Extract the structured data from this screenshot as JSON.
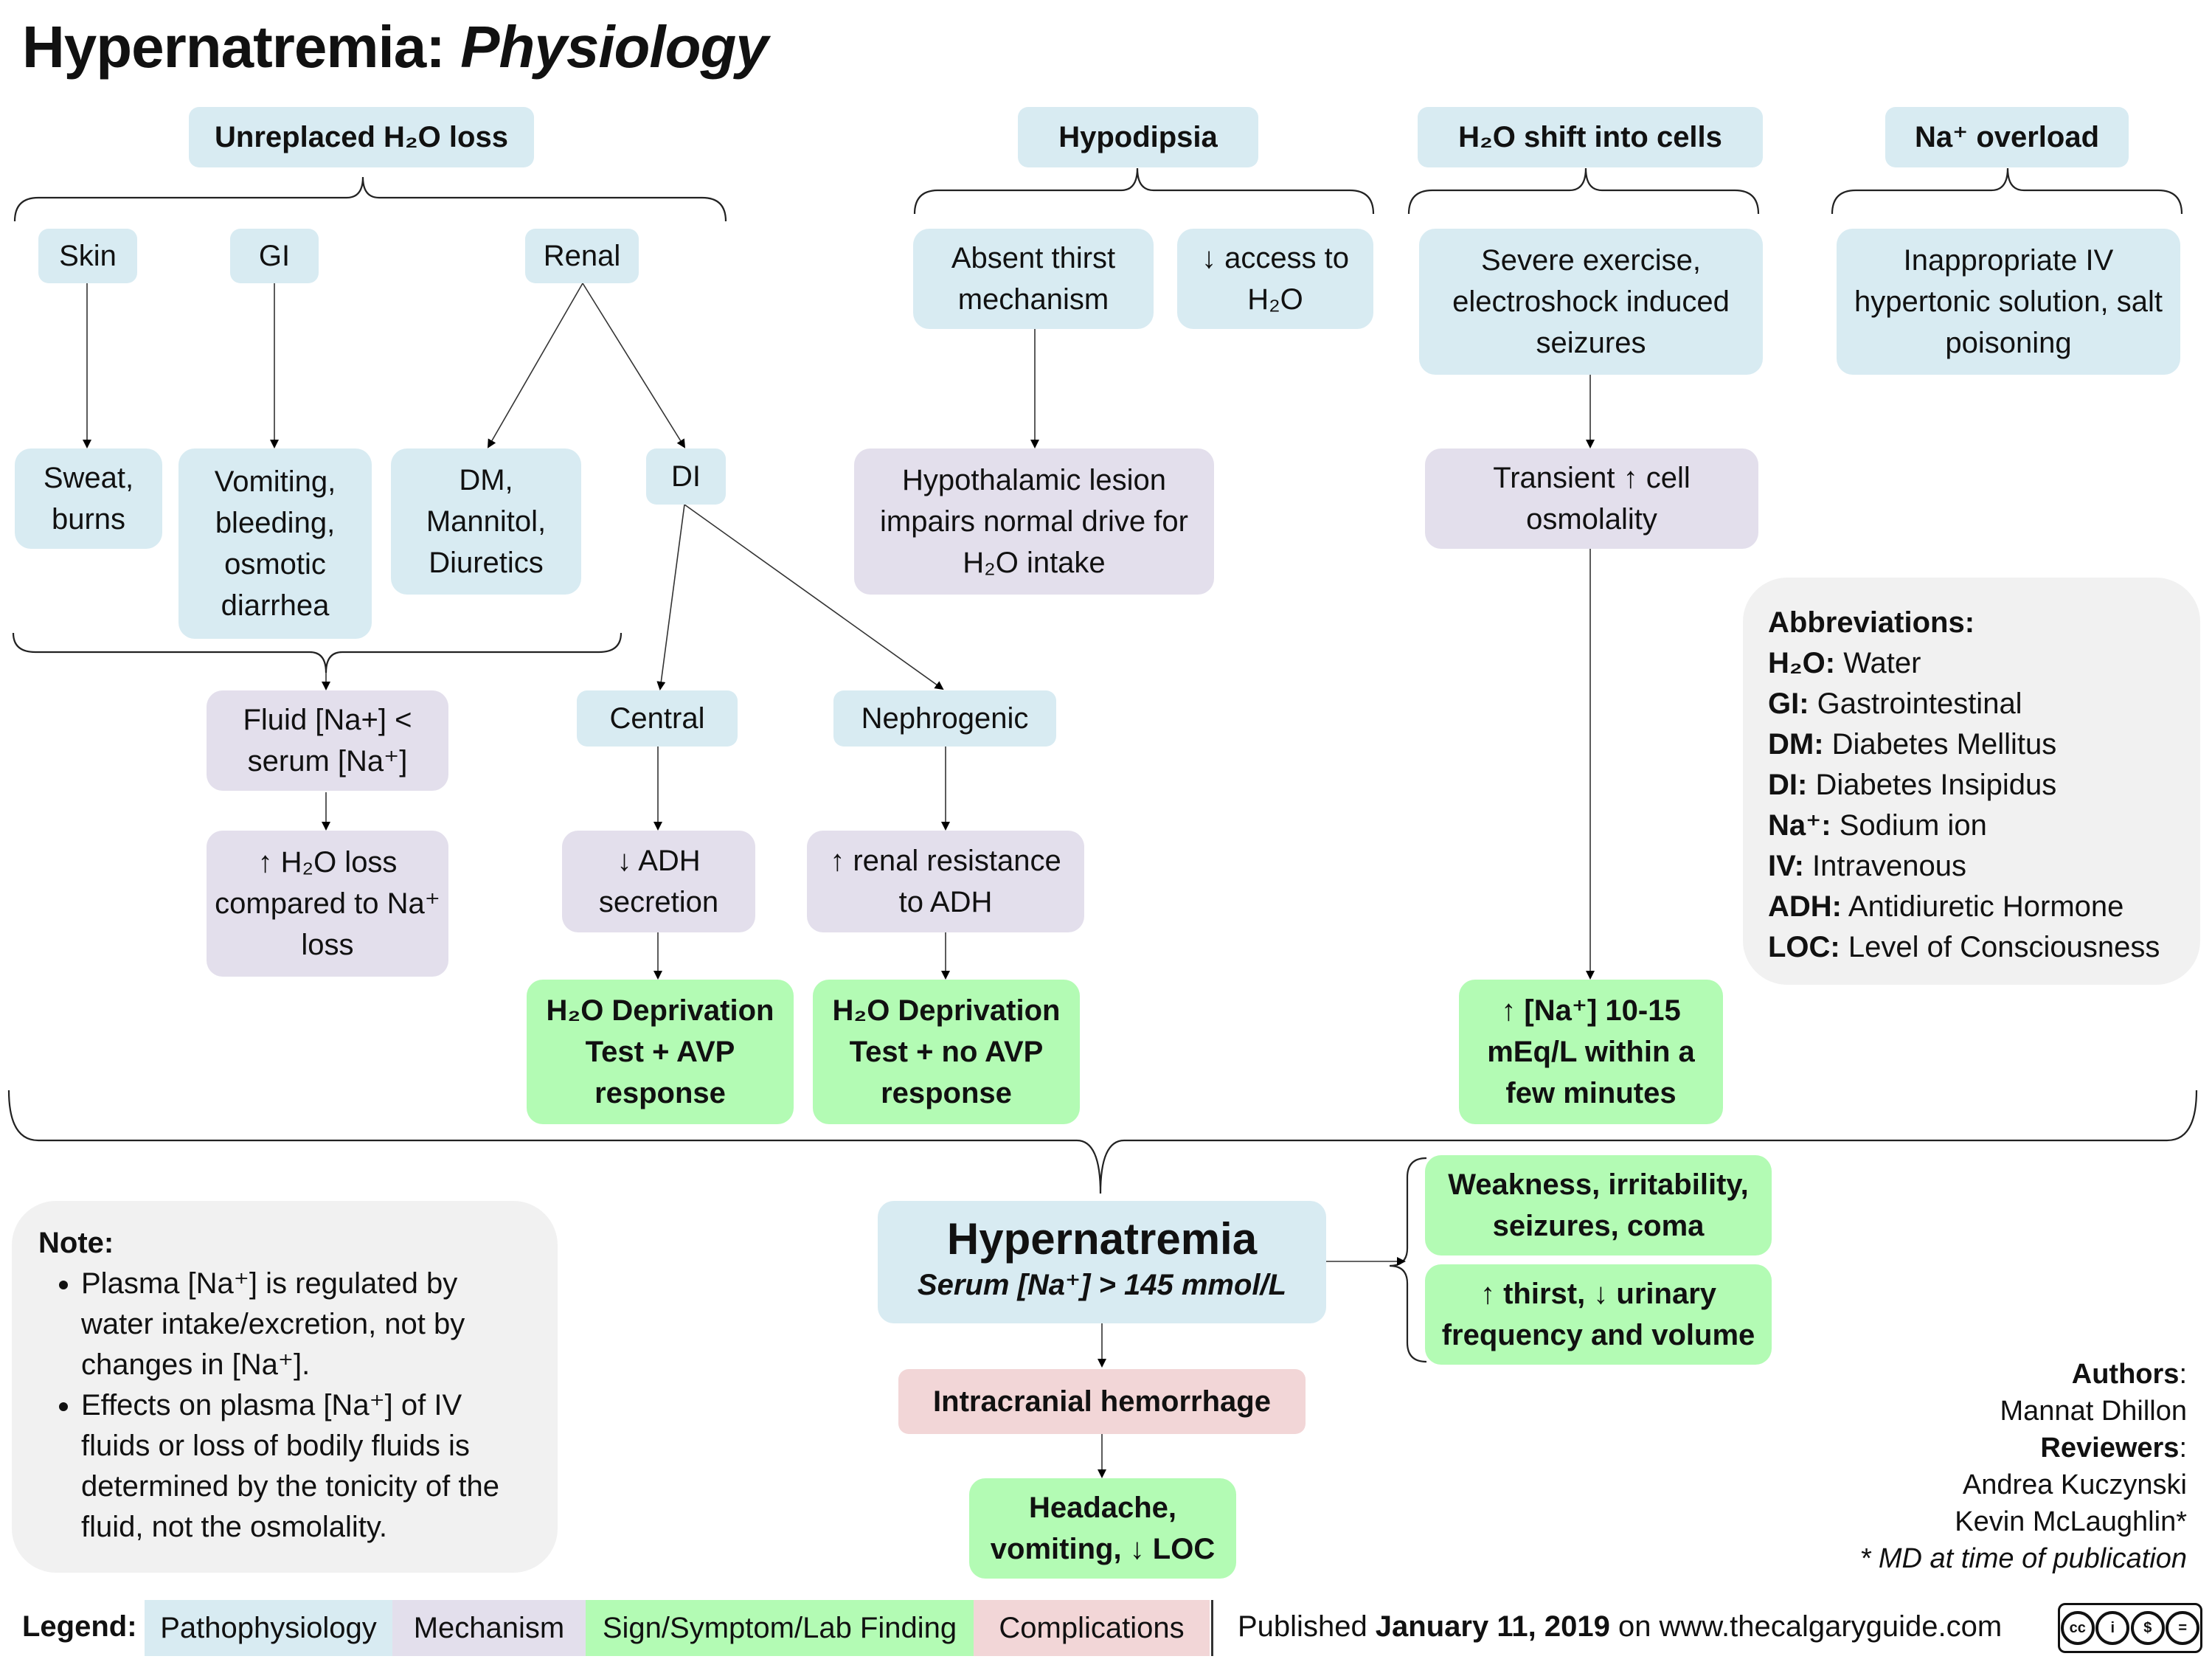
{
  "title": {
    "main": "Hypernatremia: ",
    "italic": "Physiology"
  },
  "categories": {
    "unreplaced": "Unreplaced H₂O loss",
    "hypodipsia": "Hypodipsia",
    "shift": "H₂O shift into cells",
    "overload": "Na⁺ overload"
  },
  "nodes": {
    "skin": "Skin",
    "gi": "GI",
    "renal": "Renal",
    "sweat": "Sweat, burns",
    "vomiting": "Vomiting, bleeding, osmotic diarrhea",
    "dm": "DM, Mannitol, Diuretics",
    "di": "DI",
    "fluid_na": "Fluid [Na+] < serum [Na⁺]",
    "h2o_loss": "↑ H₂O loss compared to Na⁺ loss",
    "central": "Central",
    "nephrogenic": "Nephrogenic",
    "adh_secretion": "↓ ADH secretion",
    "renal_resistance": "↑ renal resistance to ADH",
    "test_avp": "H₂O Deprivation Test + AVP response",
    "test_no_avp": "H₂O Deprivation Test + no AVP response",
    "absent_thirst": "Absent thirst mechanism",
    "access_h2o": "↓ access to H₂O",
    "hypothalamic": "Hypothalamic lesion impairs normal drive for H₂O intake",
    "severe_exercise": "Severe exercise, electroshock induced seizures",
    "transient": "Transient ↑ cell osmolality",
    "na_rise": "↑ [Na⁺] 10-15 mEq/L within a few minutes",
    "iv_solution": "Inappropriate IV hypertonic solution, salt poisoning",
    "hypernatremia": "Hypernatremia",
    "serum": "Serum [Na⁺] > 145 mmol/L",
    "weakness": "Weakness, irritability, seizures, coma",
    "thirst": "↑ thirst, ↓ urinary frequency and volume",
    "hemorrhage": "Intracranial hemorrhage",
    "headache": "Headache, vomiting, ↓ LOC"
  },
  "abbreviations": {
    "heading": "Abbreviations:",
    "items": [
      {
        "term": "H₂O:",
        "def": " Water"
      },
      {
        "term": "GI:",
        "def": " Gastrointestinal"
      },
      {
        "term": "DM:",
        "def": " Diabetes Mellitus"
      },
      {
        "term": "DI:",
        "def": " Diabetes Insipidus"
      },
      {
        "term": "Na⁺:",
        "def": " Sodium ion"
      },
      {
        "term": "IV:",
        "def": " Intravenous"
      },
      {
        "term": "ADH:",
        "def": " Antidiuretic Hormone"
      },
      {
        "term": "LOC:",
        "def": " Level of Consciousness"
      }
    ]
  },
  "note": {
    "heading": "Note:",
    "bullets": [
      "Plasma [Na⁺] is regulated by water intake/excretion, not by changes in [Na⁺].",
      "Effects on plasma [Na⁺] of IV fluids or loss of bodily fluids is determined by the tonicity of the fluid, not the osmolality."
    ]
  },
  "authors": {
    "authors_label": "Authors",
    "author": "Mannat Dhillon",
    "reviewers_label": "Reviewers",
    "reviewer_1": "Andrea Kuczynski",
    "reviewer_2": "Kevin McLaughlin*",
    "footnote": "* MD at time of publication"
  },
  "legend": {
    "label": "Legend:",
    "pathophysiology": "Pathophysiology",
    "mechanism": "Mechanism",
    "sign": "Sign/Symptom/Lab Finding",
    "complications": "Complications",
    "published_prefix": "Published ",
    "published_date": "January 11, 2019",
    "published_suffix": " on www.thecalgaryguide.com"
  },
  "colors": {
    "pathophysiology": "#d8ebf2",
    "mechanism": "#e3dfec",
    "sign": "#b3fbb4",
    "complications": "#f2d6d7",
    "note": "#f1f1f1"
  }
}
